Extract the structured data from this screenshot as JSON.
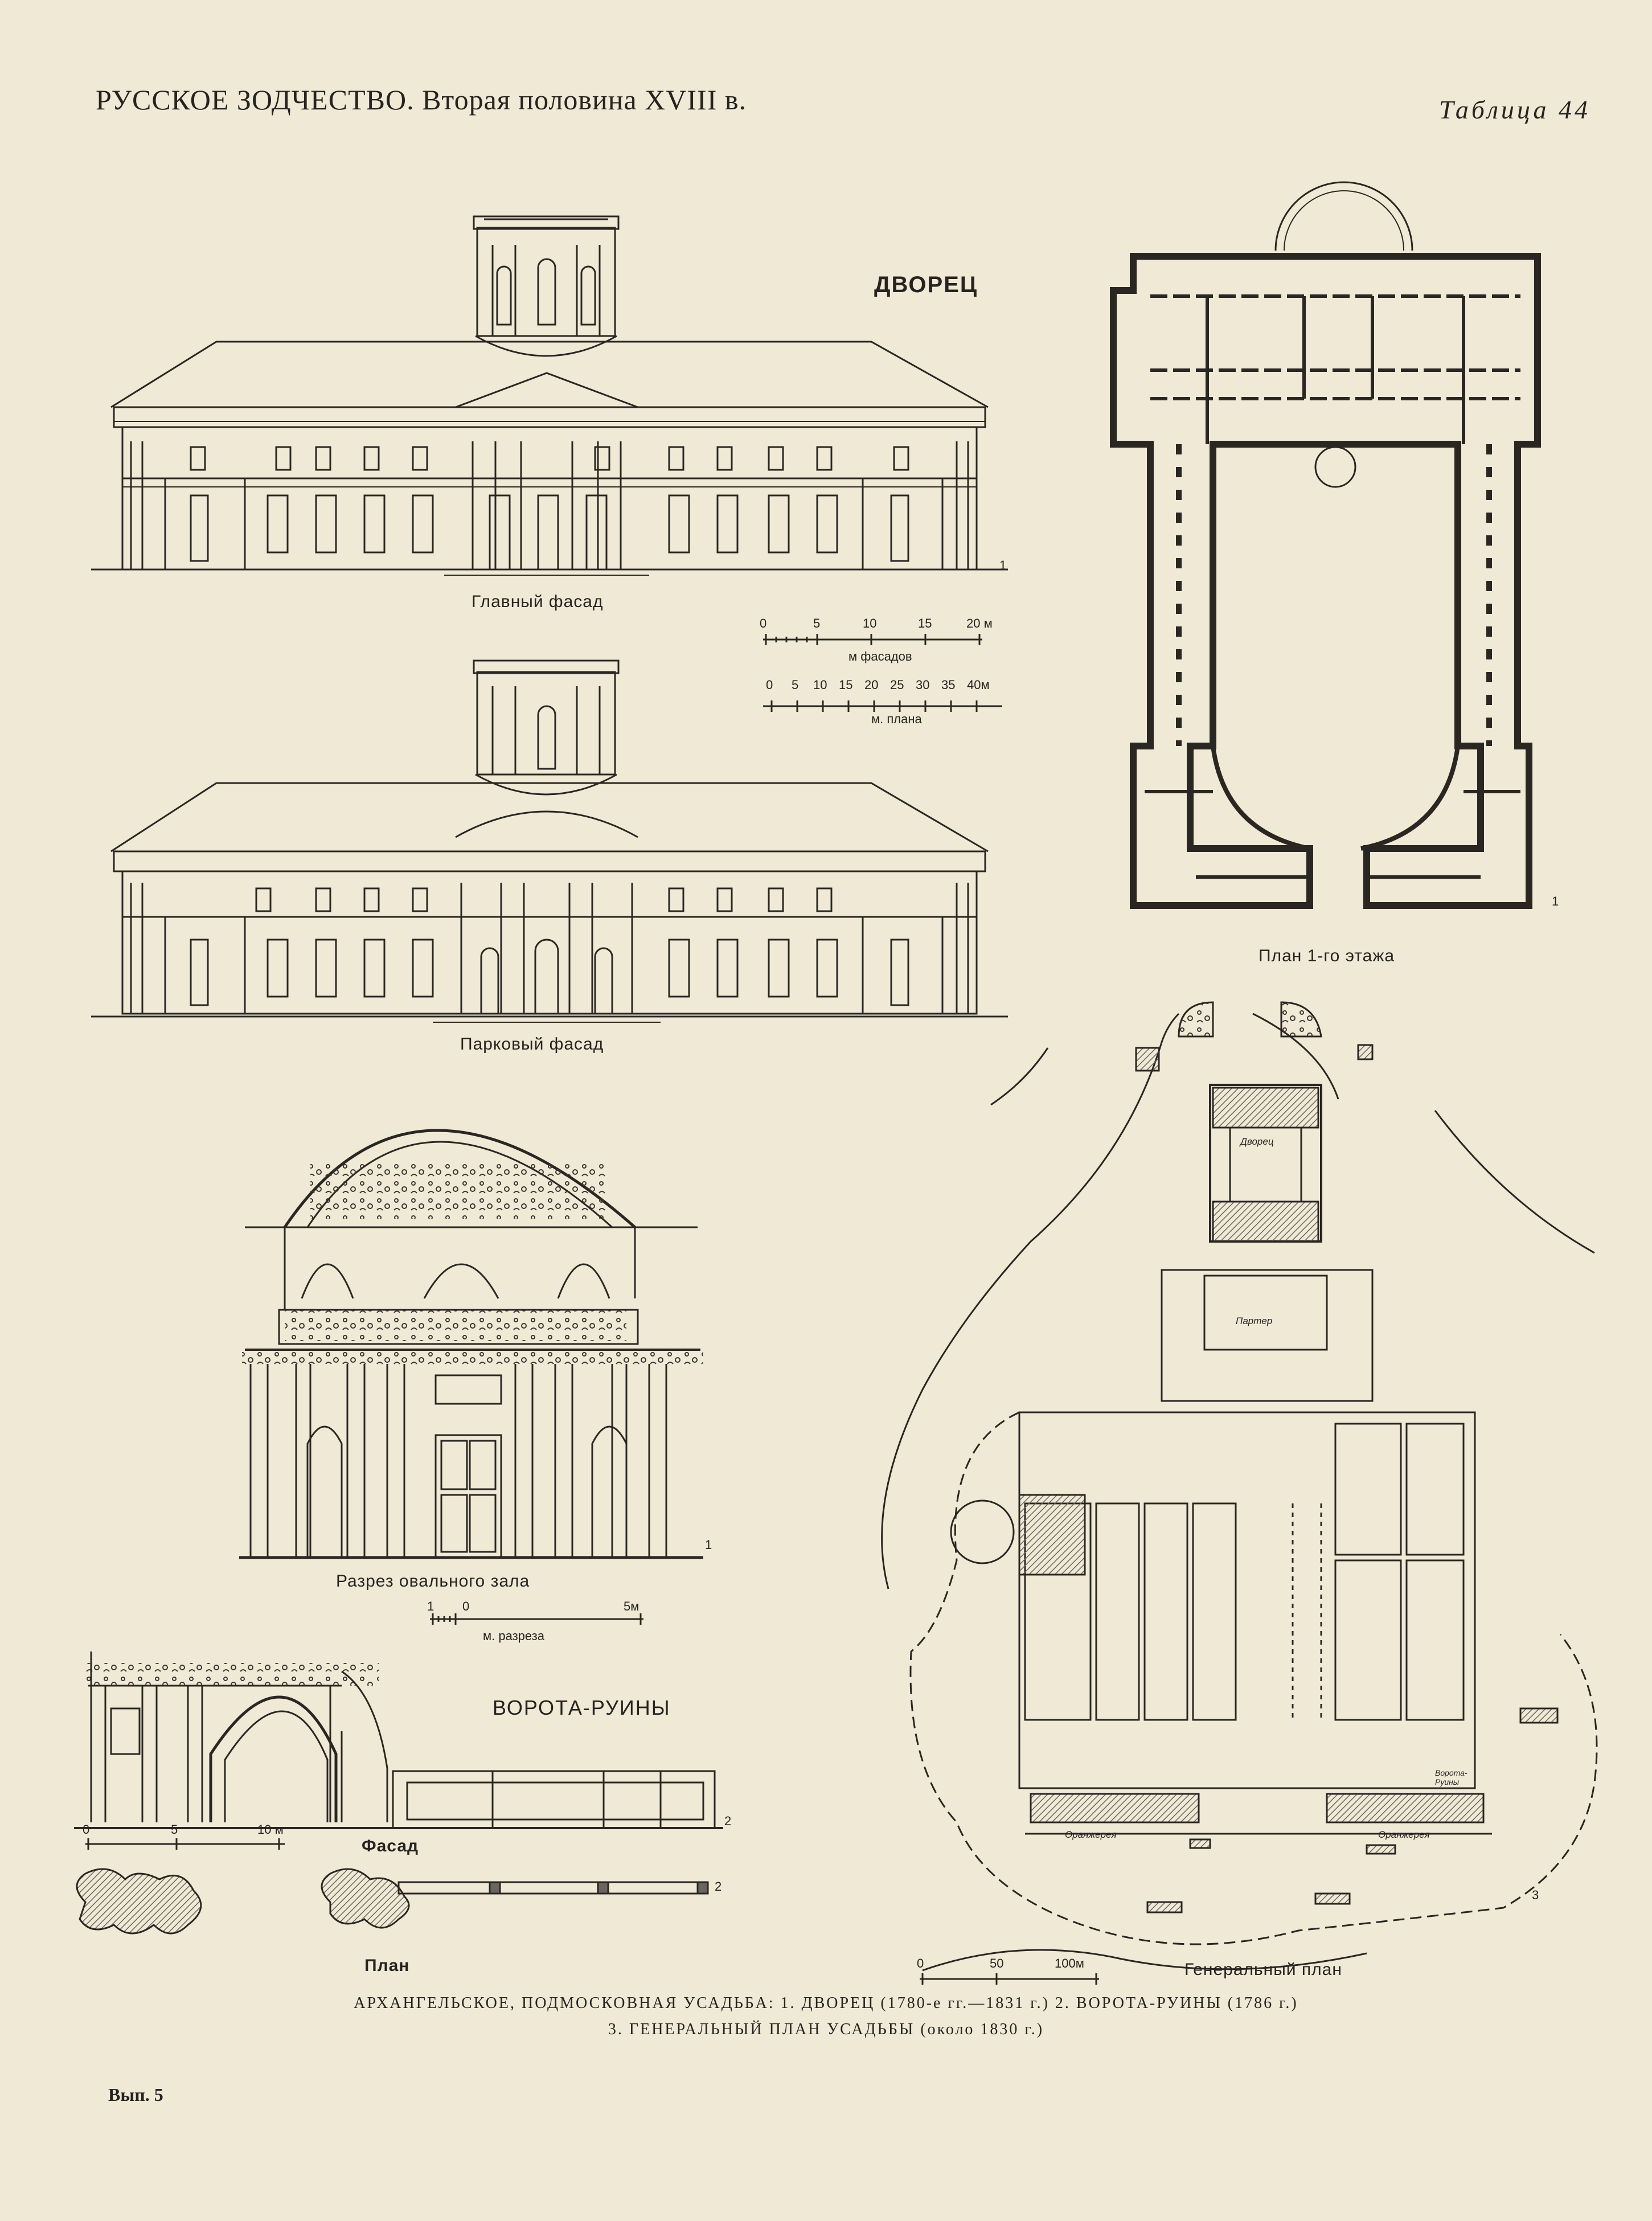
{
  "header": {
    "title_left": "РУССКОЕ ЗОДЧЕСТВО. Вторая половина XVIII в.",
    "title_right": "Таблица 44"
  },
  "palace": {
    "heading": "ДВОРЕЦ",
    "main_facade_label": "Главный фасад",
    "park_facade_label": "Парковый фасад",
    "floor_plan_label": "План 1-го этажа",
    "sheet_number": "1"
  },
  "scales": {
    "facades": {
      "ticks": [
        "0",
        "5",
        "10",
        "15",
        "20 м"
      ],
      "caption": "м фасадов"
    },
    "plan": {
      "ticks": [
        "0",
        "5",
        "10",
        "15",
        "20",
        "25",
        "30",
        "35",
        "40м"
      ],
      "caption": "м. плана"
    },
    "section": {
      "ticks": [
        "1",
        "0",
        "5м"
      ],
      "caption": "м. разреза"
    },
    "gate": {
      "ticks": [
        "0",
        "5",
        "10 м"
      ]
    },
    "general": {
      "ticks": [
        "0",
        "50",
        "100м"
      ]
    }
  },
  "oval_hall": {
    "label": "Разрез овального зала",
    "number": "1"
  },
  "gate": {
    "heading": "ВОРОТА-РУИНЫ",
    "facade_label": "Фасад",
    "plan_label": "План",
    "number": "2"
  },
  "general_plan": {
    "label": "Генеральный план",
    "number": "3",
    "labels": {
      "palace": "Дворец",
      "parterre": "Партер",
      "orangery_left": "Оранжерея",
      "orangery_right": "Оранжерея",
      "gate_ruins": "Ворота-Руины"
    }
  },
  "caption": {
    "line1": "АРХАНГЕЛЬСКОЕ, ПОДМОСКОВНАЯ УСАДЬБА: 1. ДВОРЕЦ (1780-е гг.—1831 г.) 2. ВОРОТА-РУИНЫ (1786 г.)",
    "line2": "3. ГЕНЕРАЛЬНЫЙ ПЛАН УСАДЬБЫ (около 1830 г.)"
  },
  "footer": {
    "issue": "Вып. 5"
  },
  "colors": {
    "paper": "#efe9d6",
    "ink": "#2a2622",
    "hatch": "#6b6560"
  }
}
